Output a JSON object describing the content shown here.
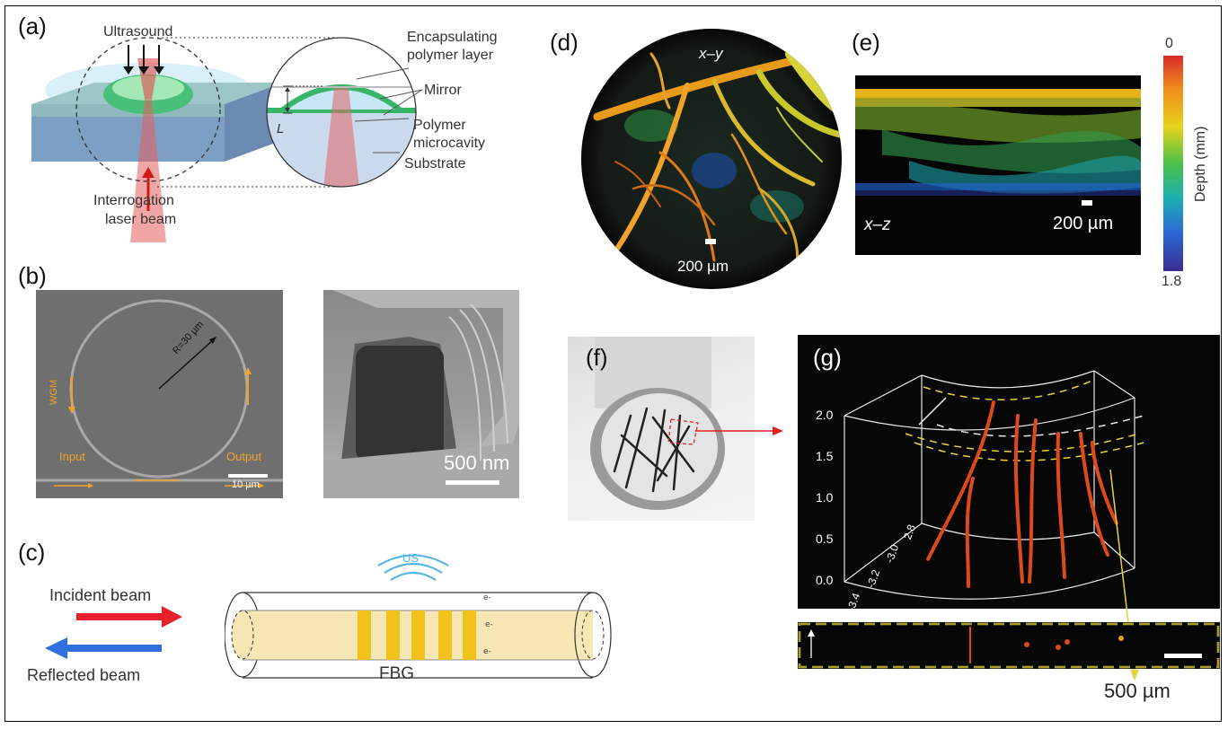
{
  "panels": {
    "a": {
      "label": "(a)",
      "ultrasound": "Ultrasound",
      "interrogation_line1": "Interrogation",
      "interrogation_line2": "laser beam",
      "encapsulating_line1": "Encapsulating",
      "encapsulating_line2": "polymer layer",
      "mirror": "Mirror",
      "polymer_line1": "Polymer",
      "polymer_line2": "microcavity",
      "substrate": "Substrate",
      "thickness_symbol": "L"
    },
    "b": {
      "label": "(b)",
      "radius": "R=30 µm",
      "wgm": "WGM",
      "input": "Input",
      "output": "Output",
      "scale_left": "10 µm",
      "scale_right": "500 nm"
    },
    "c": {
      "label": "(c)",
      "incident": "Incident beam",
      "reflected": "Reflected beam",
      "us": "US",
      "fbg": "FBG"
    },
    "d": {
      "label": "(d)",
      "plane": "x–y",
      "scale": "200 µm"
    },
    "e": {
      "label": "(e)",
      "plane": "x–z",
      "scale": "200 µm",
      "colorbar_top": "0",
      "colorbar_bottom": "1.8",
      "colorbar_title": "Depth (mm)"
    },
    "f": {
      "label": "(f)"
    },
    "g": {
      "label": "(g)",
      "y_ticks": [
        "2.0",
        "1.5",
        "1.0",
        "0.5",
        "0.0"
      ],
      "x_ticks": [
        "2.8",
        "-3.0",
        "-3.2",
        "-3.4"
      ],
      "scale": "500 µm"
    }
  },
  "colors": {
    "arrow_red": "#e8202a",
    "arrow_blue": "#2f6fe0",
    "accent_orange": "#f0a12a",
    "fbg_yellow": "#f3c21a",
    "fiber_fill": "#f6e7b4",
    "vessel_red": "#e04a1a",
    "dashed_yellow": "#e6d33a"
  }
}
